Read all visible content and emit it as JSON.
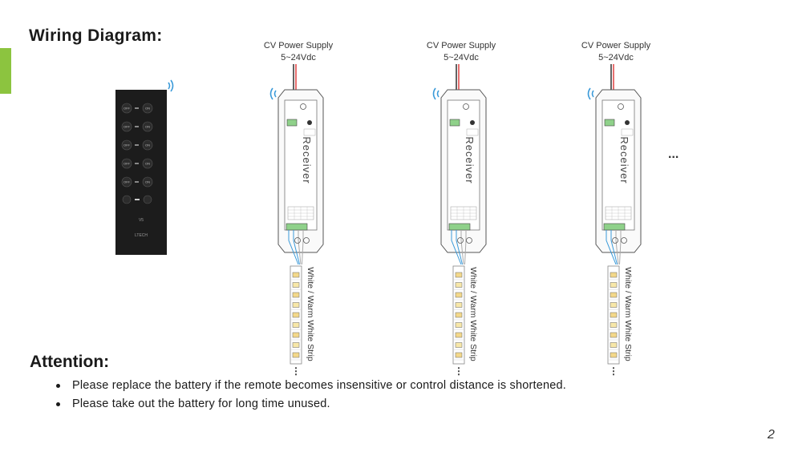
{
  "page": {
    "title": "Wiring Diagram:",
    "attention_title": "Attention:",
    "notes": [
      "Please replace the battery if the remote becomes insensitive or control distance is shortened.",
      "Please take out the battery for long time unused."
    ],
    "page_number": "2",
    "accent_color": "#8cc43f"
  },
  "remote": {
    "button_rows": [
      [
        "OFF",
        "ON"
      ],
      [
        "OFF",
        "ON"
      ],
      [
        "OFF",
        "ON"
      ],
      [
        "OFF",
        "ON"
      ],
      [
        "OFF",
        "ON"
      ]
    ],
    "model_label": "V5",
    "brand_label": "LTECH"
  },
  "units": [
    {
      "power_label": "CV Power Supply",
      "voltage_label": "5~24Vdc",
      "receiver_label": "Receiver",
      "strip_label": "White / Warm White Strip"
    },
    {
      "power_label": "CV Power Supply",
      "voltage_label": "5~24Vdc",
      "receiver_label": "Receiver",
      "strip_label": "White / Warm White Strip"
    },
    {
      "power_label": "CV Power Supply",
      "voltage_label": "5~24Vdc",
      "receiver_label": "Receiver",
      "strip_label": "White / Warm White Strip"
    }
  ],
  "continuation": "...",
  "strip_continuation": "⋮"
}
